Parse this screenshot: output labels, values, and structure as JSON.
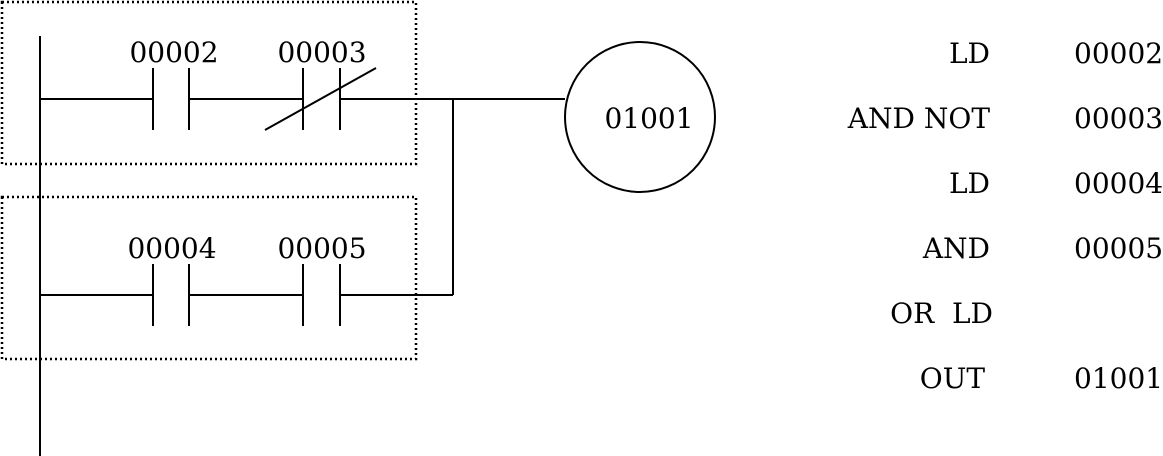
{
  "ladder": {
    "rung1": {
      "contact1": "00002",
      "contact2": "00003"
    },
    "rung2": {
      "contact1": "00004",
      "contact2": "00005"
    },
    "coil": "01001"
  },
  "instructions": [
    {
      "op": "LD",
      "operand": "00002"
    },
    {
      "op": "AND NOT",
      "operand": "00003"
    },
    {
      "op": "LD",
      "operand": "00004"
    },
    {
      "op": "AND",
      "operand": "00005"
    },
    {
      "op": "OR  LD",
      "operand": ""
    },
    {
      "op": "OUT",
      "operand": "01001"
    }
  ]
}
